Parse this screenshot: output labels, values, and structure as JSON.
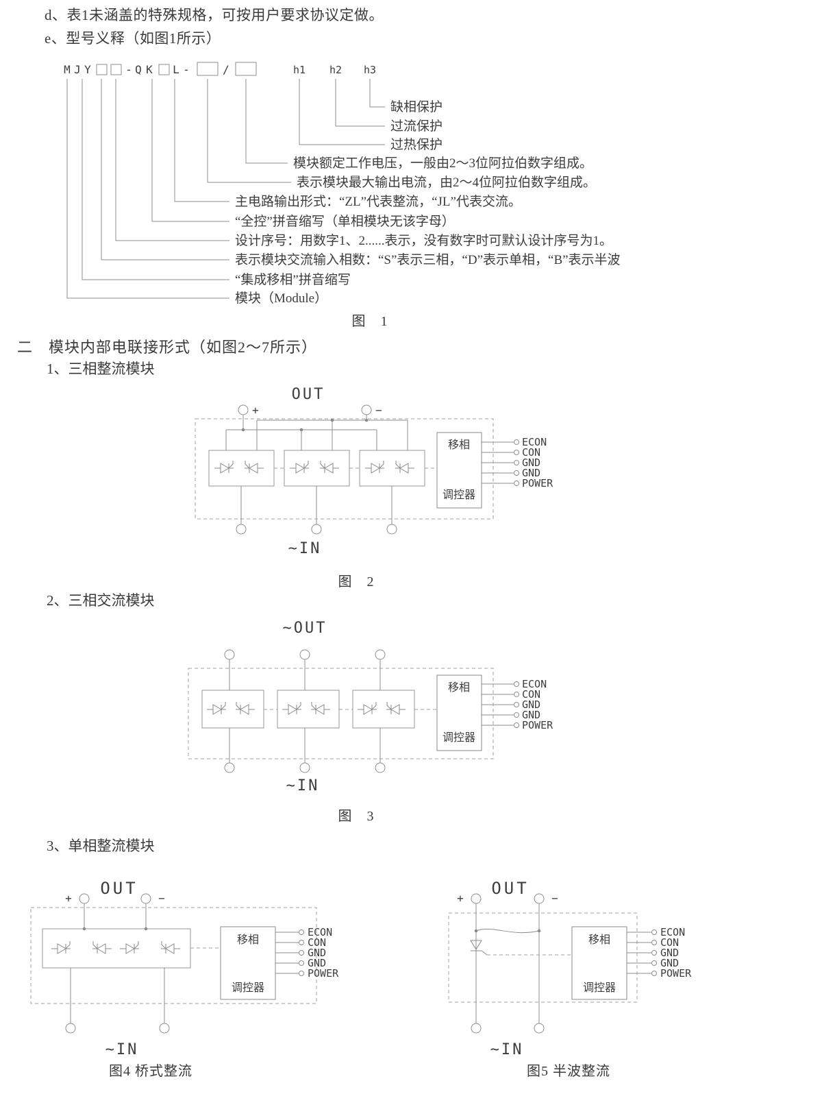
{
  "document": {
    "line_d": "d、表1未涵盖的特殊规格，可按用户要求协议定做。",
    "line_e": "e、型号义释（如图1所示）",
    "section_heading": "二　模块内部电联接形式（如图2～7所示）",
    "sub_headings": [
      "1、三相整流模块",
      "2、三相交流模块",
      "3、单相整流模块"
    ]
  },
  "model_code": {
    "letters": {
      "m": "M",
      "j": "J",
      "y": "Y",
      "dash1": "-",
      "q": "Q",
      "k": "K",
      "l": "L",
      "dash2": "-",
      "slash": "/"
    },
    "h_labels": [
      "h1",
      "h2",
      "h3"
    ],
    "explanations": [
      "缺相保护",
      "过流保护",
      "过热保护",
      "模块额定工作电压，一般由2～3位阿拉伯数字组成。",
      "表示模块最大输出电流，由2～4位阿拉伯数字组成。",
      "主电路输出形式：“ZL”代表整流，“JL”代表交流。",
      "“全控”拼音缩写（单相模块无该字母）",
      "设计序号：用数字1、2......表示，没有数字时可默认设计序号为1。",
      "表示模块交流输入相数：“S”表示三相，“D”表示单相，“B”表示半波",
      "“集成移相”拼音缩写",
      "模块（Module）"
    ],
    "caption": "图　1"
  },
  "fig2": {
    "out": "OUT",
    "plus": "+",
    "minus": "−",
    "in_label": "~IN",
    "ctrl_top": "移相",
    "ctrl_bottom": "调控器",
    "pins": [
      "ECON",
      "CON",
      "GND",
      "GND",
      "POWER"
    ],
    "caption": "图　2"
  },
  "fig3": {
    "out": "~OUT",
    "in_label": "~IN",
    "ctrl_top": "移相",
    "ctrl_bottom": "调控器",
    "pins": [
      "ECON",
      "CON",
      "GND",
      "GND",
      "POWER"
    ],
    "caption": "图　3"
  },
  "fig4": {
    "out": "OUT",
    "plus": "+",
    "minus": "−",
    "in_label": "~IN",
    "ctrl_top": "移相",
    "ctrl_bottom": "调控器",
    "pins": [
      "ECON",
      "CON",
      "GND",
      "GND",
      "POWER"
    ],
    "caption": "图4 桥式整流"
  },
  "fig5": {
    "out": "OUT",
    "plus": "+",
    "minus": "−",
    "in_label": "~IN",
    "ctrl_top": "移相",
    "ctrl_bottom": "调控器",
    "pins": [
      "ECON",
      "CON",
      "GND",
      "GND",
      "POWER"
    ],
    "caption": "图5 半波整流"
  }
}
